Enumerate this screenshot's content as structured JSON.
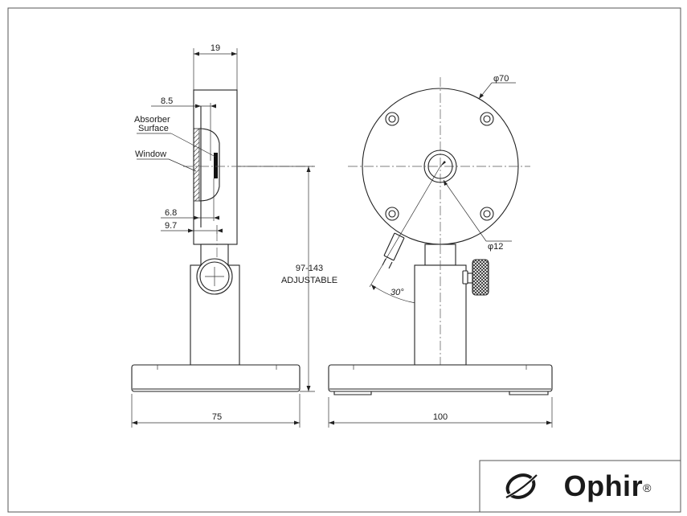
{
  "drawing": {
    "side_view": {
      "dim_width": "19",
      "dim_absorber": "8.5",
      "dim_window": "6.8",
      "dim_base_offset": "9.7",
      "label_absorber_line1": "Absorber",
      "label_absorber_line2": "Surface",
      "label_window": "Window",
      "dim_height_line1": "97-143",
      "dim_height_line2": "ADJUSTABLE",
      "dim_base_width": "75"
    },
    "front_view": {
      "dim_diameter": "φ70",
      "dim_aperture": "φ12",
      "dim_angle": "30°",
      "dim_base_width": "100"
    }
  },
  "brand": {
    "name": "Ophir",
    "reg": "®"
  }
}
